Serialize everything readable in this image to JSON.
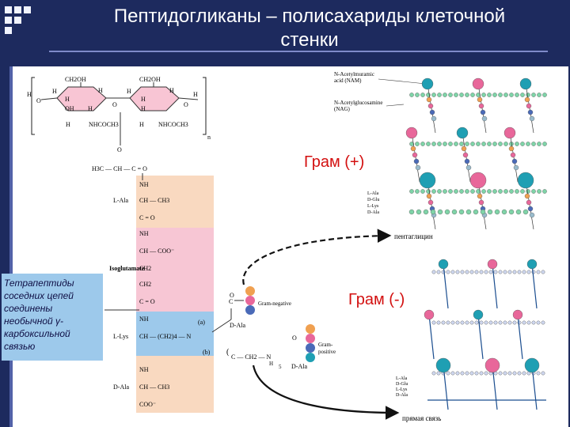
{
  "slide": {
    "title_line1": "Пептидогликаны – полисахариды клеточной",
    "title_line2": "стенки",
    "note_text": "Тетрапептиды соседних цепей соединены необычной γ-карбоксильной связью",
    "gram_pos": "Грам (+)",
    "gram_neg": "Грам (-)"
  },
  "labels": {
    "nam": "N-Acetylmuramic acid (NAM)",
    "nam_1": "N-Acetylmuramic",
    "nam_2": "acid (NAM)",
    "nag_1": "N-Acetylglucosamine",
    "nag_2": "(NAG)",
    "pentaglycine": "пентаглицин",
    "direct_bond": "прямая связь",
    "gram_negative_en": "Gram-negative",
    "gram_positive_1": "Gram-",
    "gram_positive_2": "positive",
    "d_ala": "D-Ala",
    "l_ala": "L-Ala",
    "isoglutamate": "Isoglutamate",
    "l_lys": "L-Lys",
    "label_a": "(a)",
    "label_b": "(b)",
    "n_sub": "n",
    "five": "5",
    "legend_top": [
      "L-Ala",
      "D-Glu",
      "L-Lys",
      "D-Ala"
    ],
    "legend_bottom": [
      "L-Ala",
      "D-Glu",
      "L-Lys",
      "D-Ala"
    ]
  },
  "chem": {
    "ch2oh": "CH2OH",
    "h": "H",
    "o": "O",
    "oh": "OH",
    "nhcoch3": "NHCOCH3",
    "h3c_ch": "H3C — CH — C = O",
    "nh": "NH",
    "ch_ch3": "CH — CH3",
    "c_o": "C = O",
    "ch_coo": "CH — COO⁻",
    "ch2": "CH2",
    "ch_ch2_4": "CH — (CH2)4 — N",
    "coo": "COO⁻",
    "c_ch2_n": "C — CH2 — N",
    "h_n": "H"
  },
  "colors": {
    "background": "#1d2a5e",
    "ring_fill": "#f8c5d4",
    "peach_band": "#f9d9c0",
    "pink_band": "#f7c6d4",
    "blue_band": "#9dc9eb",
    "teal_ball": "#1f9fb3",
    "pink_ball": "#e8679a",
    "green_bead": "#7fd4a8",
    "gram_red": "#d31010"
  }
}
